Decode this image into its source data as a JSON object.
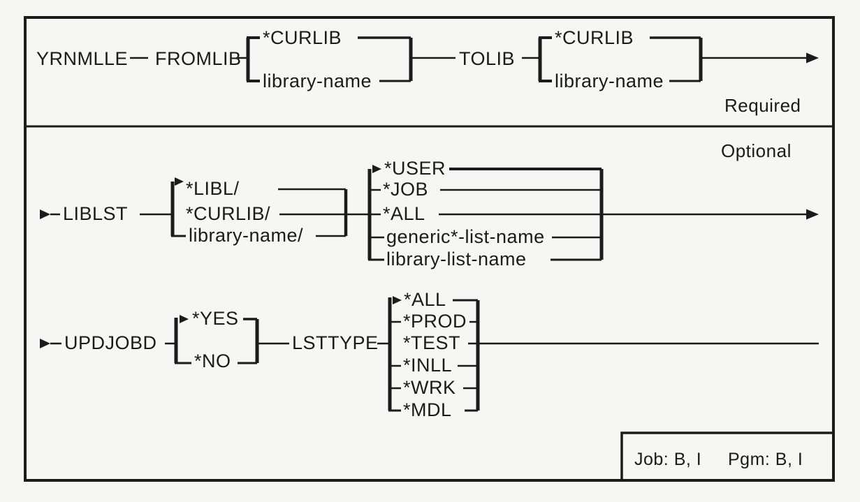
{
  "diagram": {
    "command": "YRNMLLE",
    "required_label": "Required",
    "optional_label": "Optional",
    "fromlib": {
      "label": "FROMLIB",
      "default_value": "*CURLIB",
      "alt_value": "library-name"
    },
    "tolib": {
      "label": "TOLIB",
      "default_value": "*CURLIB",
      "alt_value": "library-name"
    },
    "liblst": {
      "label": "LIBLST",
      "qualifiers": [
        "*LIBL/",
        "*CURLIB/",
        "library-name/"
      ],
      "values": [
        "*USER",
        "*JOB",
        "*ALL",
        "generic*-list-name",
        "library-list-name"
      ]
    },
    "updjobd": {
      "label": "UPDJOBD",
      "default_value": "*YES",
      "alt_value": "*NO"
    },
    "lsttype": {
      "label": "LSTTYPE",
      "values": [
        "*ALL",
        "*PROD",
        "*TEST",
        "*INLL",
        "*WRK",
        "*MDL"
      ]
    },
    "footer": {
      "job": "Job: B, I",
      "pgm": "Pgm: B, I"
    },
    "colors": {
      "ink": "#1b1b1b",
      "background": "#f6f6f4"
    }
  }
}
